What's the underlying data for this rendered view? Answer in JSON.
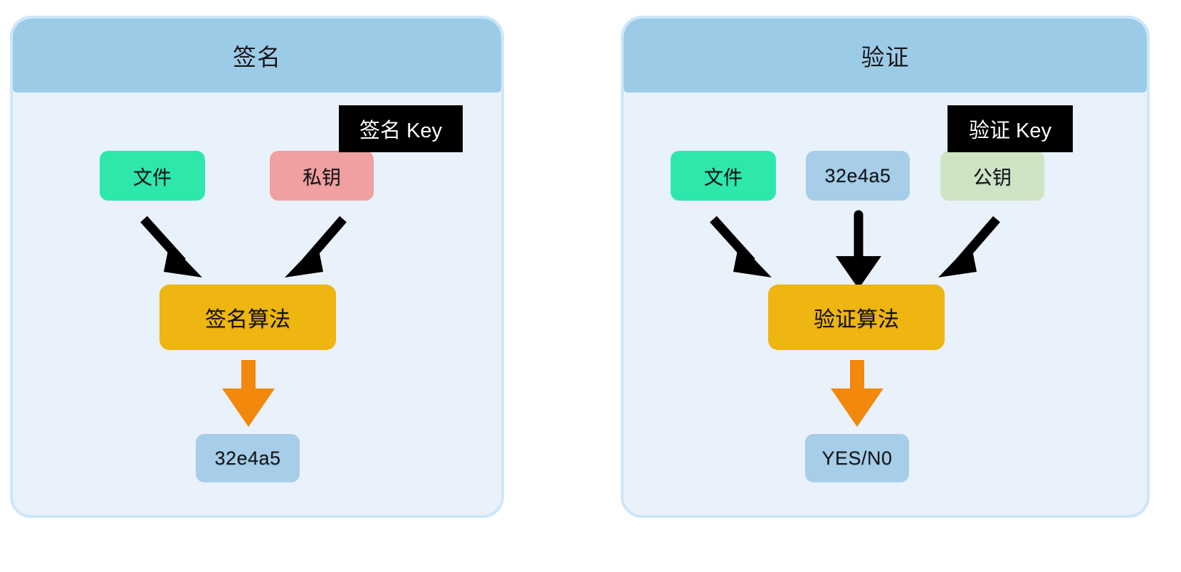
{
  "diagram": {
    "title_sign": "签名",
    "title_verify": "验证"
  },
  "panels": [
    {
      "id": "sign",
      "header": "签名",
      "tag": "签名 Key",
      "inputs": [
        {
          "label": "文件",
          "color": "#2ee8ab"
        },
        {
          "label": "私钥",
          "color": "#f0a0a0"
        }
      ],
      "process": {
        "label": "签名算法",
        "color": "#efb510"
      },
      "output": {
        "label": "32e4a5",
        "color": "#a6cee8"
      }
    },
    {
      "id": "verify",
      "header": "验证",
      "tag": "验证 Key",
      "inputs": [
        {
          "label": "文件",
          "color": "#2ee8ab"
        },
        {
          "label": "32e4a5",
          "color": "#a6cee8"
        },
        {
          "label": "公钥",
          "color": "#cde5c4"
        }
      ],
      "process": {
        "label": "验证算法",
        "color": "#efb510"
      },
      "output": {
        "label": "YES/N0",
        "color": "#a6cee8"
      }
    }
  ],
  "colors": {
    "page_background": "#ffffff",
    "panel_body": "#e9f1fb",
    "panel_border": "#cde6fa",
    "panel_header": "#9ccbe8",
    "tag_background": "#000000",
    "tag_text": "#ffffff",
    "arrow_black": "#000000",
    "arrow_orange": "#f2880c"
  },
  "icons": {
    "arrow_input": "black-arrow-icon",
    "arrow_output": "orange-down-arrow-icon"
  }
}
